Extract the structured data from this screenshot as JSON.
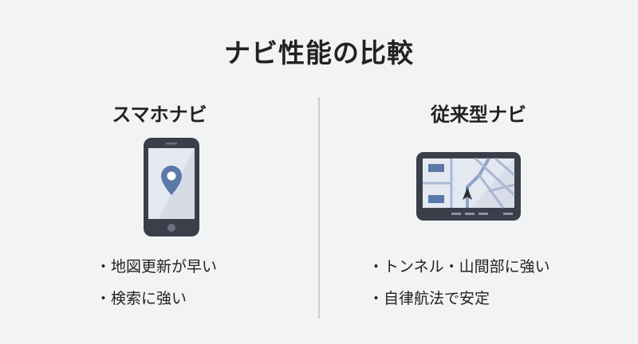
{
  "title": "ナビ性能の比較",
  "left": {
    "heading": "スマホナビ",
    "icon": "smartphone-map-pin-icon",
    "bullets": [
      "地図更新が早い",
      "検索に強い"
    ]
  },
  "right": {
    "heading": "従来型ナビ",
    "icon": "car-navigation-device-icon",
    "bullets": [
      "トンネル・山間部に強い",
      "自律航法で安定"
    ]
  },
  "colors": {
    "dark": "#3a3f4a",
    "accent": "#5b78a8",
    "screen": "#e4e8f1"
  }
}
